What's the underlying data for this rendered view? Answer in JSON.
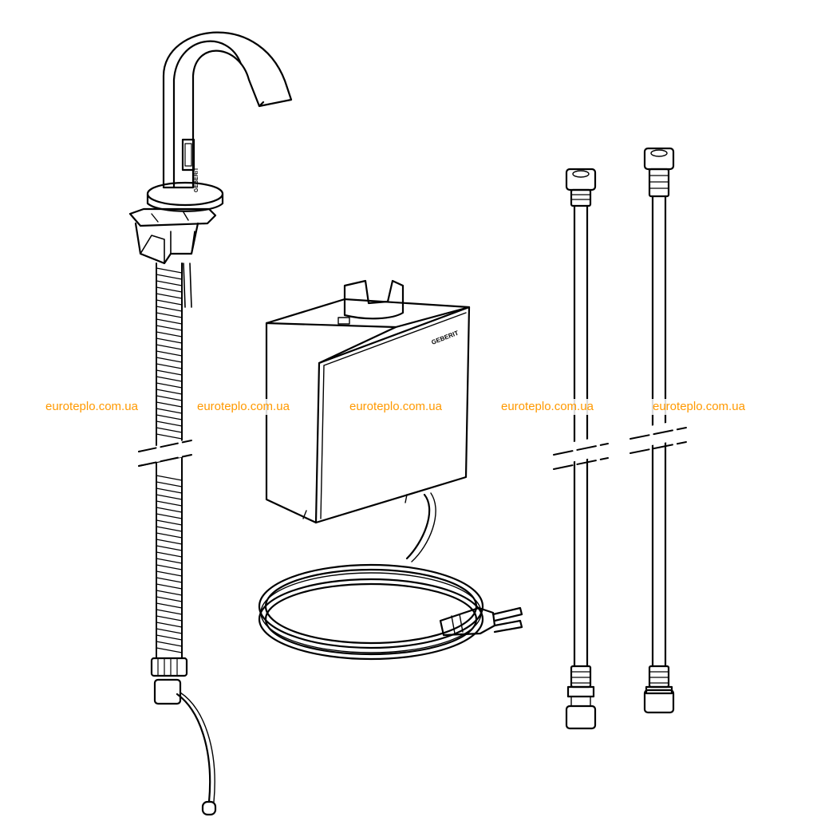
{
  "brand": {
    "faucet_label": "GEBERIT",
    "box_label": "GEBERIT"
  },
  "watermarks": [
    "euroteplo.com.ua",
    "euroteplo.com.ua",
    "euroteplo.com.ua",
    "euroteplo.com.ua",
    "euroteplo.com.ua"
  ],
  "colors": {
    "line": "#000000",
    "background": "#ffffff",
    "watermark": "#ff9900"
  },
  "components": {
    "faucet": "faucet-icon",
    "control_box": "control-box-icon",
    "power_cable": "power-plug-icon",
    "hose_left": "connection-hose-icon",
    "hose_right": "connection-hose-icon"
  }
}
